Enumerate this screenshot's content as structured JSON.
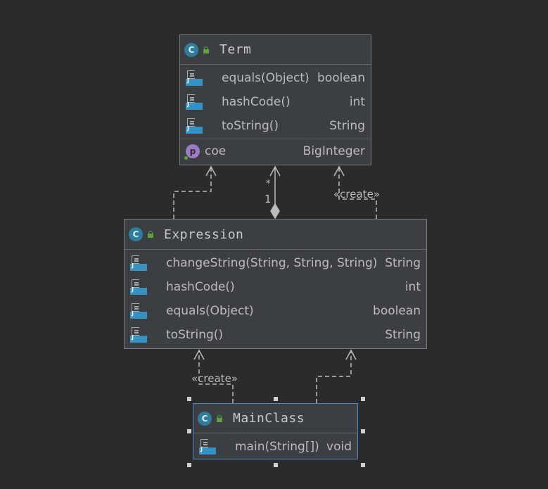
{
  "classes": {
    "term": {
      "name": "Term",
      "methods": [
        {
          "name": "equals(Object)",
          "type": "boolean"
        },
        {
          "name": "hashCode()",
          "type": "int"
        },
        {
          "name": "toString()",
          "type": "String"
        }
      ],
      "fields": [
        {
          "name": "coe",
          "type": "BigInteger"
        }
      ]
    },
    "expression": {
      "name": "Expression",
      "methods": [
        {
          "name": "changeString(String, String, String)",
          "type": "String"
        },
        {
          "name": "hashCode()",
          "type": "int"
        },
        {
          "name": "equals(Object)",
          "type": "boolean"
        },
        {
          "name": "toString()",
          "type": "String"
        }
      ]
    },
    "mainclass": {
      "name": "MainClass",
      "methods": [
        {
          "name": "main(String[])",
          "type": "void"
        }
      ]
    }
  },
  "icons": {
    "class_letter": "C",
    "property_letter": "p"
  },
  "relations": {
    "create_label": "«create»",
    "multiplicity_many": "*",
    "multiplicity_one": "1"
  },
  "colors": {
    "background": "#2b2b2b",
    "box": "#3c3f41",
    "selected_border": "#4a88c7",
    "class_icon": "#2f7d9e",
    "access_icon": "#5ea33c",
    "method_icon": "#3592c4",
    "property_icon": "#9b7cc4"
  }
}
